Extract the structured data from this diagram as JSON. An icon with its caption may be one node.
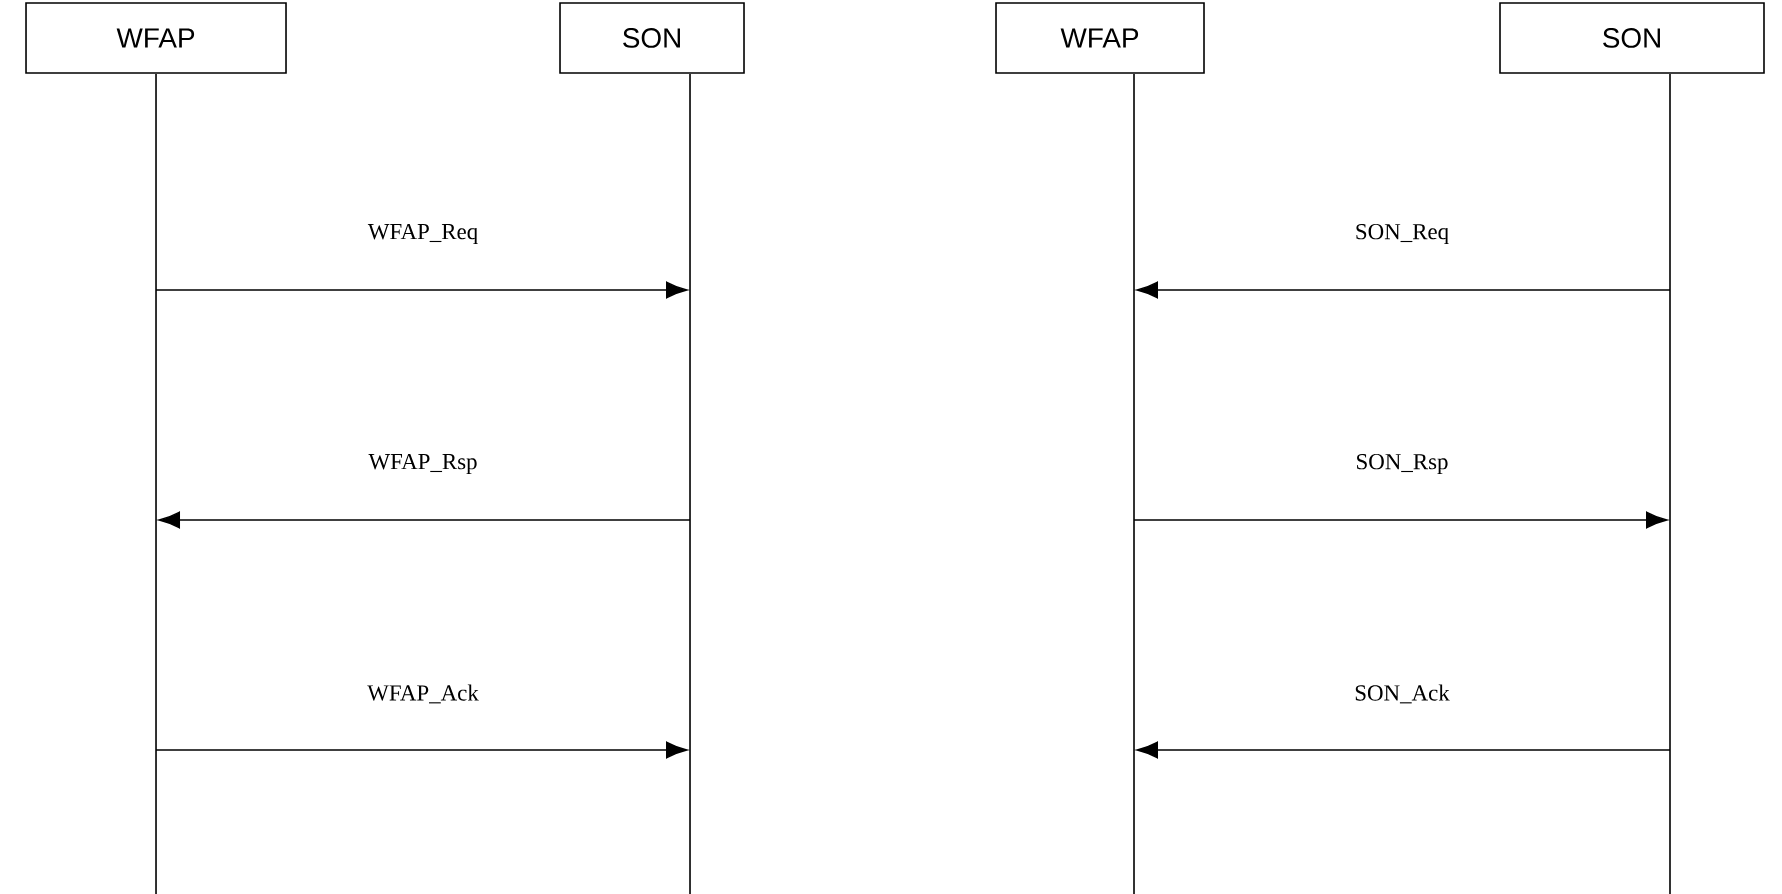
{
  "diagram": {
    "nodes": [
      {
        "text": [
          "WFAP"
        ]
      },
      {
        "text": [
          "SON"
        ]
      },
      {
        "text": [
          "WFAP"
        ]
      },
      {
        "text": [
          "SON"
        ]
      },
      {
        "text": [],
        "shape": "line"
      },
      {
        "text": [],
        "shape": "line"
      },
      {
        "text": [],
        "shape": "line"
      },
      {
        "text": [],
        "shape": "line"
      }
    ],
    "edges": [
      {
        "from": 4,
        "to": 5,
        "arrow": "to",
        "label": "WFAP_Req"
      },
      {
        "from": 5,
        "to": 4,
        "arrow": "to",
        "label": "WFAP_Rsp"
      },
      {
        "from": 4,
        "to": 5,
        "arrow": "to",
        "label": "WFAP_Ack"
      },
      {
        "from": 7,
        "to": 6,
        "arrow": "to",
        "label": "SON_Req"
      },
      {
        "from": 6,
        "to": 7,
        "arrow": "to",
        "label": "SON_Rsp"
      },
      {
        "from": 7,
        "to": 6,
        "arrow": "to",
        "label": "SON_Ack"
      }
    ]
  }
}
